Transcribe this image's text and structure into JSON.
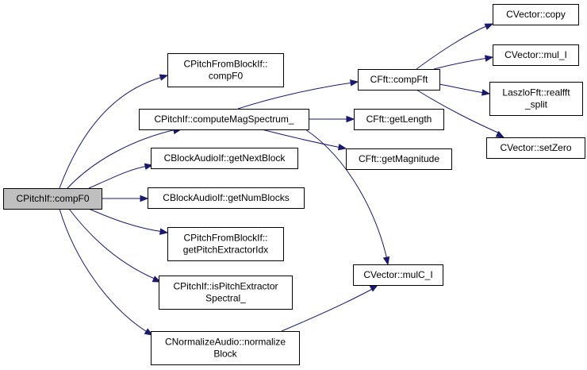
{
  "diagram": {
    "type": "call-graph",
    "colors": {
      "edge": "#191970",
      "root_fill": "#bfbfbf",
      "node_fill": "#ffffff",
      "node_border": "#000000"
    },
    "nodes": [
      {
        "id": "root",
        "lines": [
          "CPitchIf::compF0"
        ],
        "root": true
      },
      {
        "id": "n_compF0_block",
        "lines": [
          "CPitchFromBlockIf::",
          "compF0"
        ]
      },
      {
        "id": "n_computeMag",
        "lines": [
          "CPitchIf::computeMagSpectrum_"
        ]
      },
      {
        "id": "n_getNextBlock",
        "lines": [
          "CBlockAudioIf::getNextBlock"
        ]
      },
      {
        "id": "n_getNumBlocks",
        "lines": [
          "CBlockAudioIf::getNumBlocks"
        ]
      },
      {
        "id": "n_getPitchIdx",
        "lines": [
          "CPitchFromBlockIf::",
          "getPitchExtractorIdx"
        ]
      },
      {
        "id": "n_isSpectral",
        "lines": [
          "CPitchIf::isPitchExtractor",
          "Spectral_"
        ]
      },
      {
        "id": "n_normalize",
        "lines": [
          "CNormalizeAudio::normalize",
          "Block"
        ]
      },
      {
        "id": "n_compFft",
        "lines": [
          "CFft::compFft"
        ]
      },
      {
        "id": "n_getLength",
        "lines": [
          "CFft::getLength"
        ]
      },
      {
        "id": "n_getMagnitude",
        "lines": [
          "CFft::getMagnitude"
        ]
      },
      {
        "id": "n_mulC",
        "lines": [
          "CVector::mulC_I"
        ]
      },
      {
        "id": "n_copy",
        "lines": [
          "CVector::copy"
        ]
      },
      {
        "id": "n_mulI",
        "lines": [
          "CVector::mul_I"
        ]
      },
      {
        "id": "n_realfft",
        "lines": [
          "LaszloFft::realfft",
          "_split"
        ]
      },
      {
        "id": "n_setZero",
        "lines": [
          "CVector::setZero"
        ]
      }
    ],
    "edges": [
      {
        "from": "root",
        "to": "n_compF0_block"
      },
      {
        "from": "root",
        "to": "n_computeMag"
      },
      {
        "from": "root",
        "to": "n_getNextBlock"
      },
      {
        "from": "root",
        "to": "n_getNumBlocks"
      },
      {
        "from": "root",
        "to": "n_getPitchIdx"
      },
      {
        "from": "root",
        "to": "n_isSpectral"
      },
      {
        "from": "root",
        "to": "n_normalize"
      },
      {
        "from": "n_computeMag",
        "to": "n_compFft"
      },
      {
        "from": "n_computeMag",
        "to": "n_getLength"
      },
      {
        "from": "n_computeMag",
        "to": "n_getMagnitude"
      },
      {
        "from": "n_computeMag",
        "to": "n_mulC"
      },
      {
        "from": "n_normalize",
        "to": "n_mulC"
      },
      {
        "from": "n_compFft",
        "to": "n_copy"
      },
      {
        "from": "n_compFft",
        "to": "n_mulI"
      },
      {
        "from": "n_compFft",
        "to": "n_realfft"
      },
      {
        "from": "n_compFft",
        "to": "n_setZero"
      }
    ]
  }
}
